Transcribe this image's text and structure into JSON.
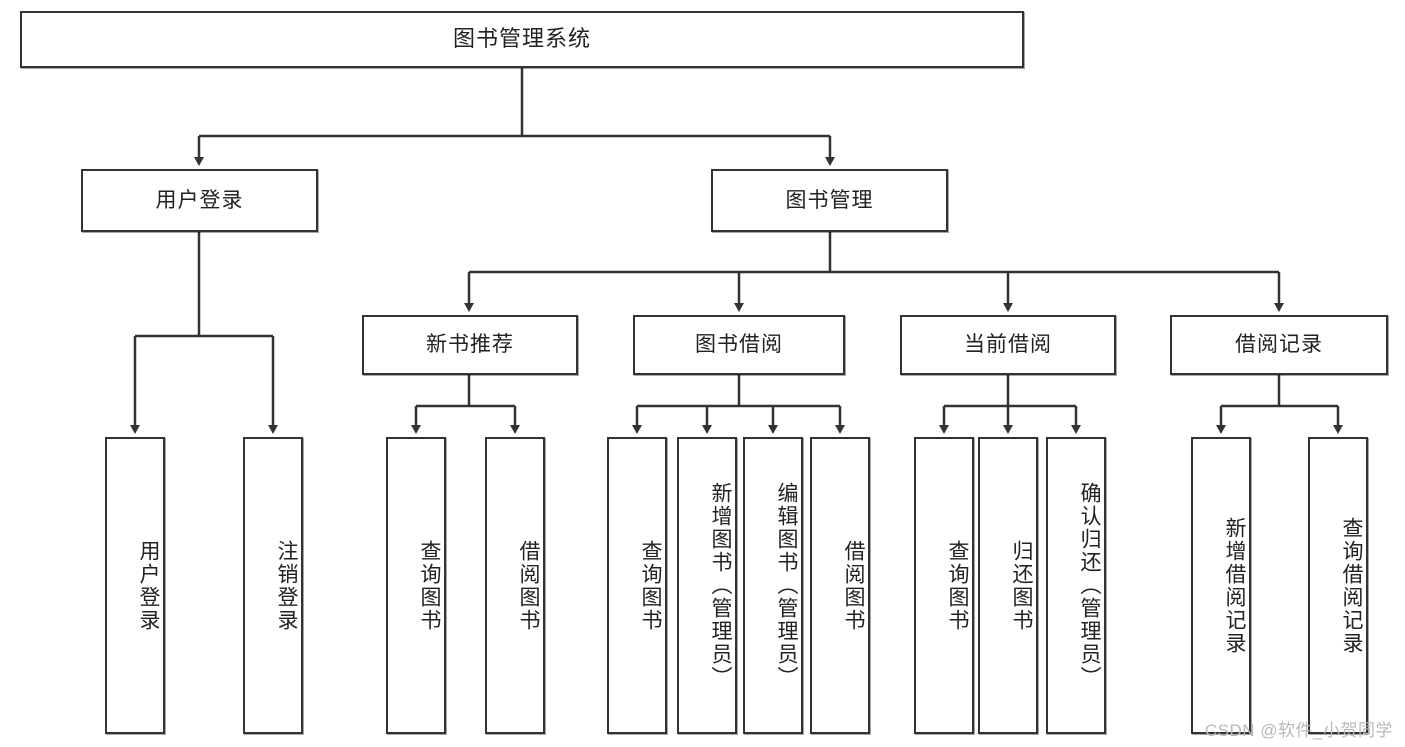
{
  "diagram": {
    "title": "图书管理系统",
    "watermark": "CSDN @软件_小贺同学",
    "line_color": "#333333",
    "box_fill": "#ffffff",
    "text_color": "#222222"
  },
  "root": {
    "label": "图书管理系统"
  },
  "level2": [
    {
      "label": "用户登录"
    },
    {
      "label": "图书管理"
    }
  ],
  "level3": [
    {
      "label": "新书推荐"
    },
    {
      "label": "图书借阅"
    },
    {
      "label": "当前借阅"
    },
    {
      "label": "借阅记录"
    }
  ],
  "leaves": {
    "user_login": [
      {
        "label": "用户登录"
      },
      {
        "label": "注销登录"
      }
    ],
    "new_book_recommend": [
      {
        "label": "查询图书"
      },
      {
        "label": "借阅图书"
      }
    ],
    "book_borrow": [
      {
        "label": "查询图书"
      },
      {
        "label": "新增图书（管理员）"
      },
      {
        "label": "编辑图书（管理员）"
      },
      {
        "label": "借阅图书"
      }
    ],
    "current_borrow": [
      {
        "label": "查询图书"
      },
      {
        "label": "归还图书"
      },
      {
        "label": "确认归还（管理员）"
      }
    ],
    "borrow_record": [
      {
        "label": "新增借阅记录"
      },
      {
        "label": "查询借阅记录"
      }
    ]
  }
}
